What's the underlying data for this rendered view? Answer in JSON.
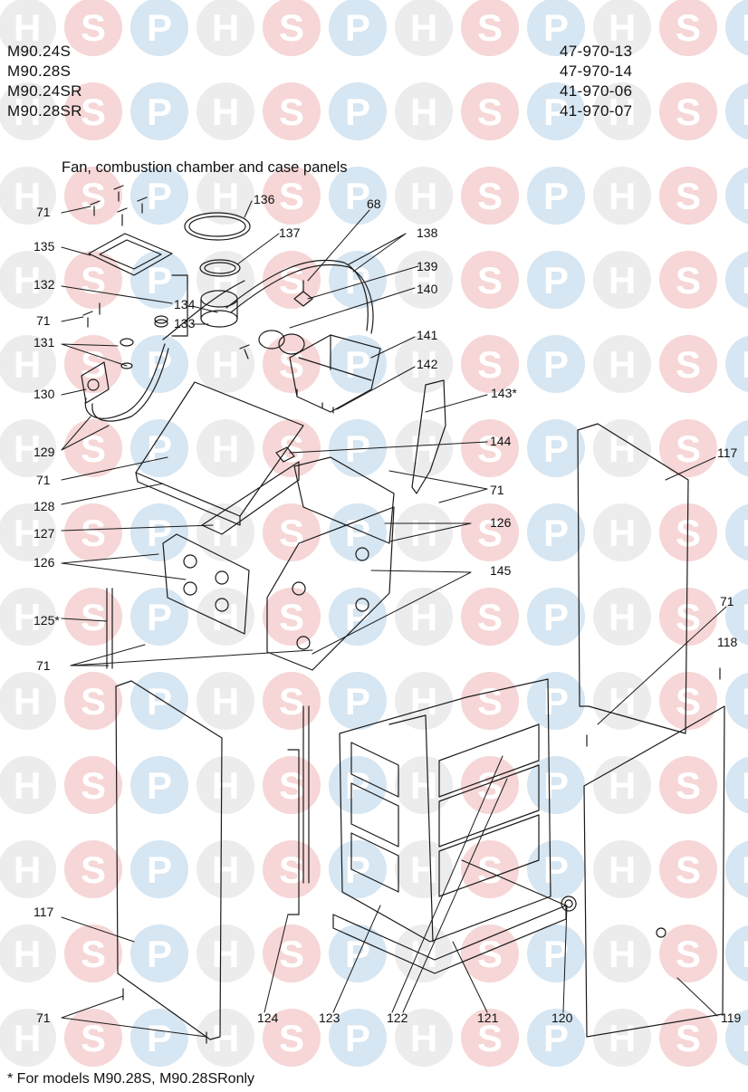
{
  "header": {
    "models": [
      "M90.24S",
      "M90.28S",
      "M90.24SR",
      "M90.28SR"
    ],
    "part_numbers": [
      "47-970-13",
      "47-970-14",
      "41-970-06",
      "41-970-07"
    ]
  },
  "title": "Fan, combustion chamber and case panels",
  "watermark": {
    "letters": [
      "H",
      "S",
      "P"
    ],
    "colors": [
      "#ececec",
      "#f6d6d6",
      "#d6e6f2"
    ]
  },
  "callouts": {
    "c71a": "71",
    "c136": "136",
    "c68": "68",
    "c137": "137",
    "c138": "138",
    "c135": "135",
    "c139": "139",
    "c132": "132",
    "c134": "134",
    "c140": "140",
    "c133": "133",
    "c71b": "71",
    "c141": "141",
    "c131": "131",
    "c142": "142",
    "c143": "143*",
    "c130": "130",
    "c129": "129",
    "c144": "144",
    "c117a": "117",
    "c71c": "71",
    "c71d": "71",
    "c128": "128",
    "c126a": "126",
    "c127": "127",
    "c126b": "126",
    "c145": "145",
    "c125": "125*",
    "c71e": "71",
    "c118": "118",
    "c71f": "71",
    "c117b": "117",
    "c71g": "71",
    "c124": "124",
    "c123": "123",
    "c122": "122",
    "c121": "121",
    "c120": "120",
    "c119": "119"
  },
  "footnote": "* For models M90.28S, M90.28SRonly"
}
